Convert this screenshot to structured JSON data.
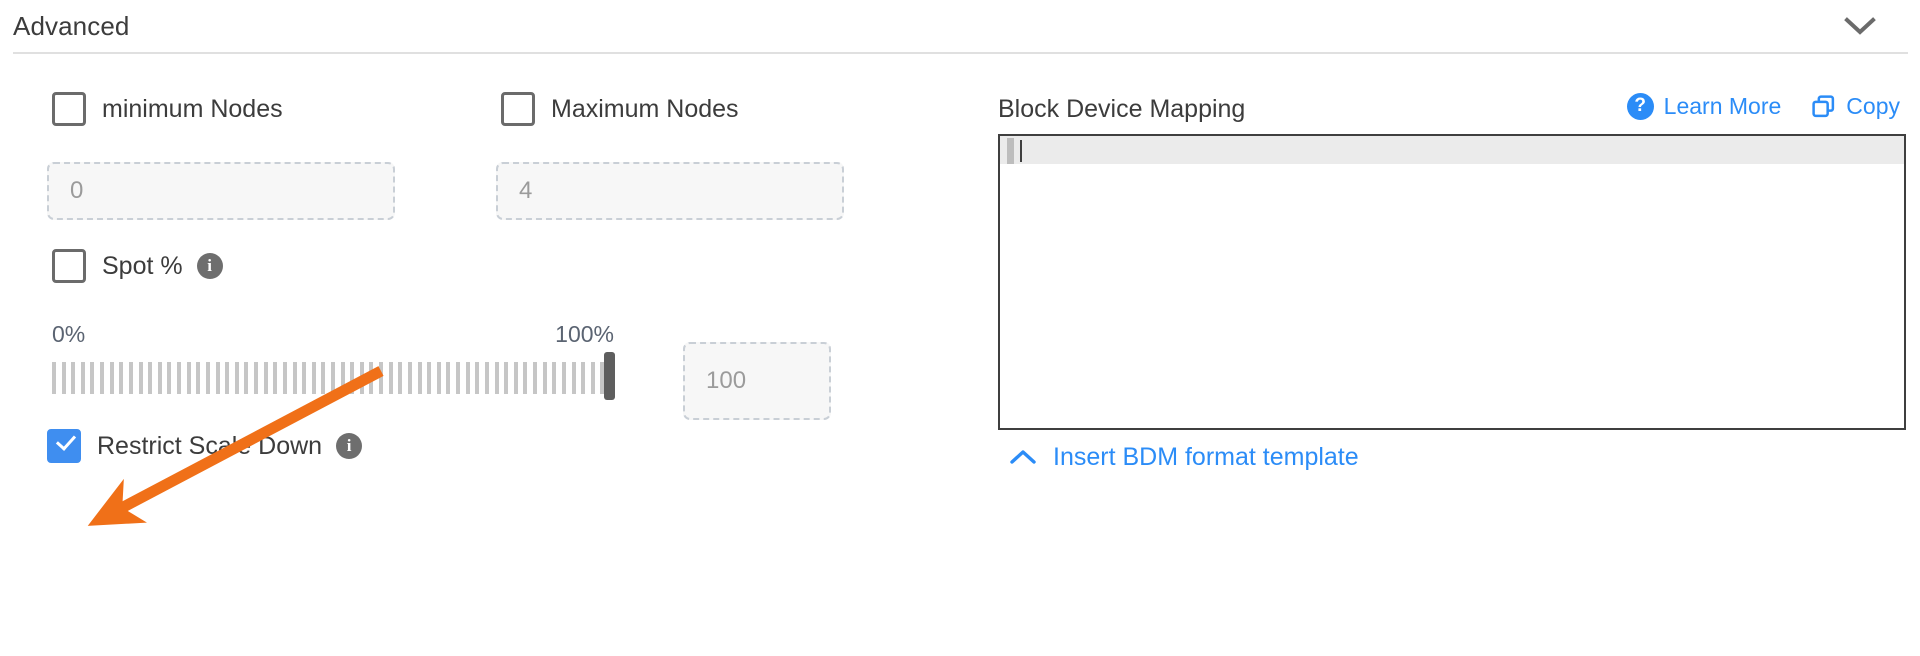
{
  "section": {
    "title": "Advanced",
    "collapse_icon": "chevron-down-icon"
  },
  "left": {
    "min_nodes": {
      "label": "minimum Nodes",
      "checked": false,
      "input_placeholder": "0"
    },
    "max_nodes": {
      "label": "Maximum Nodes",
      "checked": false,
      "input_placeholder": "4"
    },
    "spot_pct": {
      "label": "Spot %",
      "checked": false,
      "info_icon": "info-icon"
    },
    "slider": {
      "min_label": "0%",
      "max_label": "100%",
      "value": 100,
      "value_input_placeholder": "100",
      "tick_count": 58
    },
    "restrict_scale_down": {
      "label": "Restrict Scale Down",
      "checked": true,
      "info_icon": "info-icon"
    }
  },
  "right": {
    "bdm_title": "Block Device Mapping",
    "learn_more": {
      "label": "Learn More",
      "icon": "question-circle-icon"
    },
    "copy": {
      "label": "Copy",
      "icon": "copy-icon"
    },
    "editor": {
      "content": "",
      "active_line": 1
    },
    "insert_template": {
      "label": "Insert BDM format template",
      "icon": "chevron-up-icon"
    }
  },
  "annotation": {
    "type": "arrow",
    "color": "#f07018",
    "points_to": "restrict-scale-down-checkbox"
  },
  "colors": {
    "accent_blue": "#2b8cf7",
    "checkbox_checked": "#3f8ef0",
    "annotation_orange": "#f07018",
    "text_primary": "#3c3c3c",
    "text_muted": "#9b9b9b",
    "slider_label": "#5b6472"
  }
}
